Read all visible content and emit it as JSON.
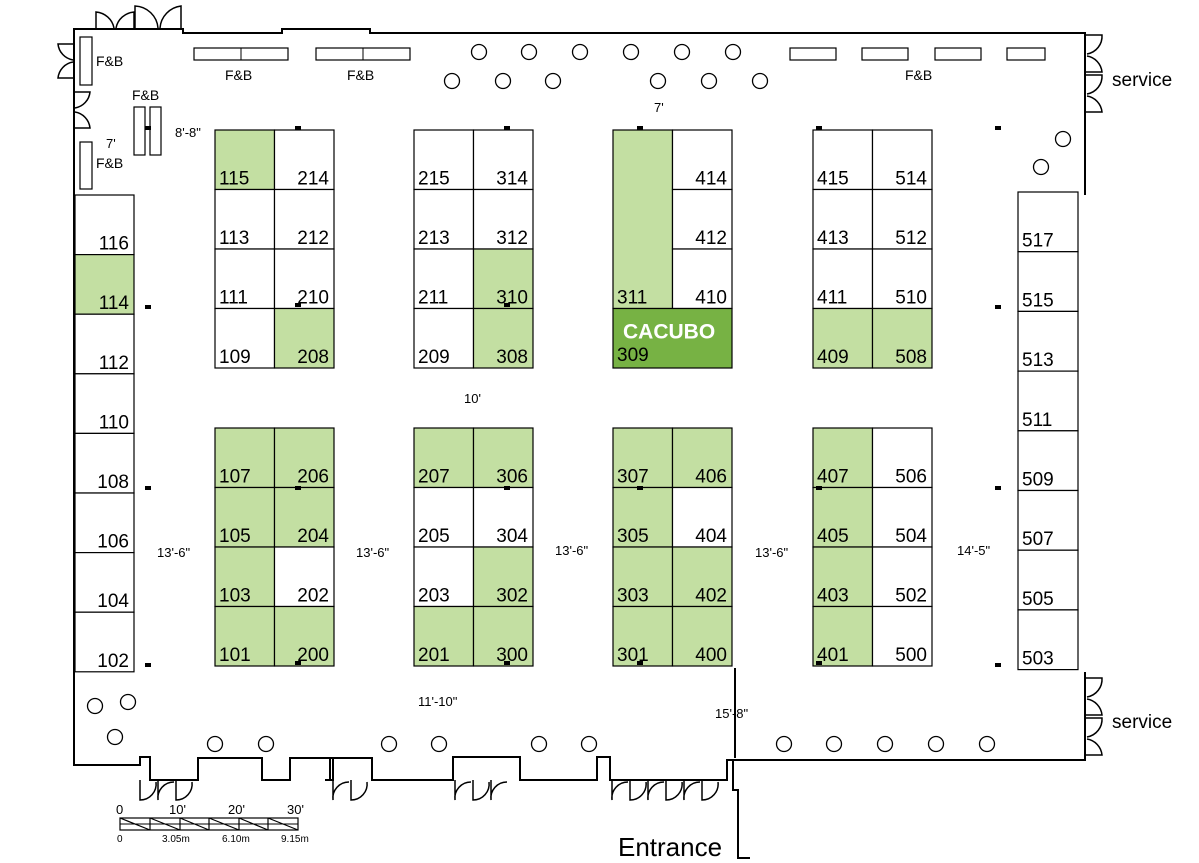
{
  "colors": {
    "booth_reserved": "#c3dfa2",
    "booth_featured": "#77b244",
    "booth_open": "#ffffff"
  },
  "labels": {
    "fb": "F&B",
    "service": "service",
    "entrance": "Entrance",
    "featured_name": "CACUBO"
  },
  "dimensions": {
    "d7_top": "7'",
    "d7_left": "7'",
    "d8_8": "8'-8\"",
    "d10": "10'",
    "d13_6": "13'-6\"",
    "d14_5": "14'-5\"",
    "d11_10": "11'-10\"",
    "d15_8": "15'-8\""
  },
  "scale": {
    "ft": [
      "0",
      "10'",
      "20'",
      "30'"
    ],
    "m": [
      "0",
      "3.05m",
      "6.10m",
      "9.15m"
    ]
  },
  "blocks": [
    {
      "rows": [
        [
          [
            "115",
            "g"
          ],
          [
            "214",
            "w"
          ]
        ],
        [
          [
            "113",
            "w"
          ],
          [
            "212",
            "w"
          ]
        ],
        [
          [
            "111",
            "w"
          ],
          [
            "210",
            "w"
          ]
        ],
        [
          [
            "109",
            "w"
          ],
          [
            "208",
            "g"
          ]
        ]
      ]
    },
    {
      "rows": [
        [
          [
            "215",
            "w"
          ],
          [
            "314",
            "w"
          ]
        ],
        [
          [
            "213",
            "w"
          ],
          [
            "312",
            "w"
          ]
        ],
        [
          [
            "211",
            "w"
          ],
          [
            "310",
            "g"
          ]
        ],
        [
          [
            "209",
            "w"
          ],
          [
            "308",
            "g"
          ]
        ]
      ]
    },
    {
      "rows": [
        [
          [
            "311",
            "g"
          ],
          [
            "414",
            "w"
          ]
        ],
        [
          [
            "",
            "g"
          ],
          [
            "412",
            "w"
          ]
        ],
        [
          [
            "",
            "g"
          ],
          [
            "410",
            "w"
          ]
        ],
        [
          [
            "309",
            "f"
          ],
          [
            "",
            "f"
          ]
        ]
      ]
    },
    {
      "rows": [
        [
          [
            "415",
            "w"
          ],
          [
            "514",
            "w"
          ]
        ],
        [
          [
            "413",
            "w"
          ],
          [
            "512",
            "w"
          ]
        ],
        [
          [
            "411",
            "w"
          ],
          [
            "510",
            "w"
          ]
        ],
        [
          [
            "409",
            "g"
          ],
          [
            "508",
            "g"
          ]
        ]
      ]
    },
    {
      "rows": [
        [
          [
            "107",
            "g"
          ],
          [
            "206",
            "g"
          ]
        ],
        [
          [
            "105",
            "g"
          ],
          [
            "204",
            "g"
          ]
        ],
        [
          [
            "103",
            "g"
          ],
          [
            "202",
            "w"
          ]
        ],
        [
          [
            "101",
            "g"
          ],
          [
            "200",
            "g"
          ]
        ]
      ]
    },
    {
      "rows": [
        [
          [
            "207",
            "g"
          ],
          [
            "306",
            "g"
          ]
        ],
        [
          [
            "205",
            "w"
          ],
          [
            "304",
            "w"
          ]
        ],
        [
          [
            "203",
            "w"
          ],
          [
            "302",
            "g"
          ]
        ],
        [
          [
            "201",
            "g"
          ],
          [
            "300",
            "g"
          ]
        ]
      ]
    },
    {
      "rows": [
        [
          [
            "307",
            "g"
          ],
          [
            "406",
            "g"
          ]
        ],
        [
          [
            "305",
            "g"
          ],
          [
            "404",
            "w"
          ]
        ],
        [
          [
            "303",
            "g"
          ],
          [
            "402",
            "g"
          ]
        ],
        [
          [
            "301",
            "g"
          ],
          [
            "400",
            "g"
          ]
        ]
      ]
    },
    {
      "rows": [
        [
          [
            "407",
            "g"
          ],
          [
            "506",
            "w"
          ]
        ],
        [
          [
            "405",
            "g"
          ],
          [
            "504",
            "w"
          ]
        ],
        [
          [
            "403",
            "g"
          ],
          [
            "502",
            "w"
          ]
        ],
        [
          [
            "401",
            "g"
          ],
          [
            "500",
            "w"
          ]
        ]
      ]
    }
  ],
  "left_column": [
    [
      "116",
      "w"
    ],
    [
      "114",
      "g"
    ],
    [
      "112",
      "w"
    ],
    [
      "110",
      "w"
    ],
    [
      "108",
      "w"
    ],
    [
      "106",
      "w"
    ],
    [
      "104",
      "w"
    ],
    [
      "102",
      "w"
    ]
  ],
  "right_column": [
    [
      "517",
      "w"
    ],
    [
      "515",
      "w"
    ],
    [
      "513",
      "w"
    ],
    [
      "511",
      "w"
    ],
    [
      "509",
      "w"
    ],
    [
      "507",
      "w"
    ],
    [
      "505",
      "w"
    ],
    [
      "503",
      "w"
    ]
  ]
}
